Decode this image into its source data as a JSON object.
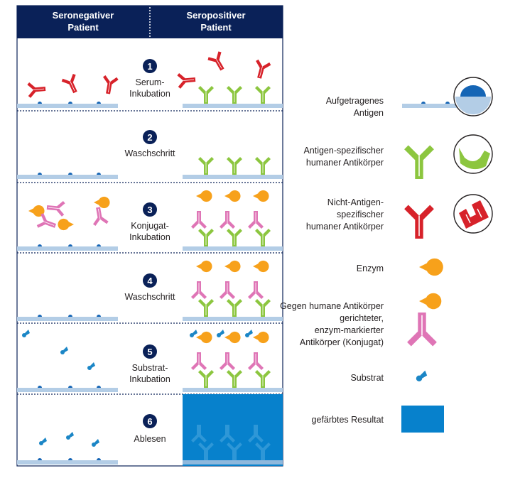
{
  "header": {
    "left": [
      "Seronegativer",
      "Patient"
    ],
    "right": [
      "Seropositiver",
      "Patient"
    ]
  },
  "steps": [
    {
      "number": "1",
      "label": [
        "Serum-",
        "Inkubation"
      ]
    },
    {
      "number": "2",
      "label": [
        "Waschschritt"
      ]
    },
    {
      "number": "3",
      "label": [
        "Konjugat-",
        "Inkubation"
      ]
    },
    {
      "number": "4",
      "label": [
        "Waschschritt"
      ]
    },
    {
      "number": "5",
      "label": [
        "Substrat-",
        "Inkubation"
      ]
    },
    {
      "number": "6",
      "label": [
        "Ablesen"
      ]
    }
  ],
  "legend": [
    {
      "id": "antigen",
      "label": [
        "Aufgetragenes",
        "Antigen"
      ]
    },
    {
      "id": "specific",
      "label": [
        "Antigen-spezifischer",
        "humaner Antikörper"
      ]
    },
    {
      "id": "nonspecific",
      "label": [
        "Nicht-Antigen-",
        "spezifischer",
        "humaner Antikörper"
      ]
    },
    {
      "id": "enzyme",
      "label": [
        "Enzym"
      ]
    },
    {
      "id": "conjugate",
      "label": [
        "Gegen humane Antikörper",
        "gerichteter,",
        "enzym-markierter",
        "Antikörper (Konjugat)"
      ]
    },
    {
      "id": "substrate",
      "label": [
        "Substrat"
      ]
    },
    {
      "id": "result",
      "label": [
        "gefärbtes Resultat"
      ]
    }
  ],
  "colors": {
    "header_bg": "#0a2158",
    "plate": "#b3cde6",
    "antigen": "#1565b5",
    "specific_antibody": "#8cc63f",
    "nonspecific_antibody": "#d7222a",
    "conjugate_antibody": "#df75b6",
    "enzyme": "#f7a11b",
    "substrate": "#1b86c6",
    "result": "#0781cc"
  }
}
